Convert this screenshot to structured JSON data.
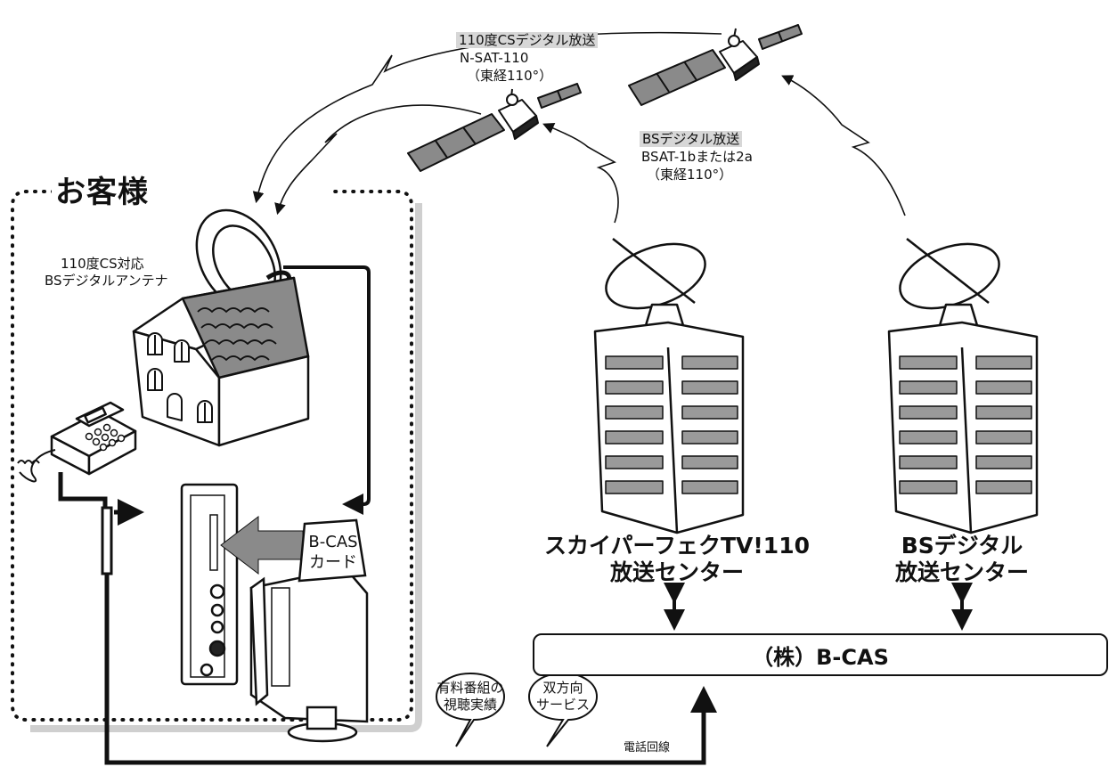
{
  "satellites": {
    "cs": {
      "tag": "110度CSデジタル放送",
      "name": "N-SAT-110",
      "position": "（東経110°）"
    },
    "bs": {
      "tag": "BSデジタル放送",
      "name": "BSAT-1bまたは2a",
      "position": "（東経110°）"
    }
  },
  "customer": {
    "title": "お客様",
    "antenna_label_line1": "110度CS対応",
    "antenna_label_line2": "BSデジタルアンテナ",
    "card_label_line1": "B-CAS",
    "card_label_line2": "カード"
  },
  "centers": {
    "skyperfect_line1": "スカイパーフェクTV!110",
    "skyperfect_line2": "放送センター",
    "bs_line1": "BSデジタル",
    "bs_line2": "放送センター"
  },
  "bcas": {
    "label": "（株）B-CAS"
  },
  "bubbles": {
    "viewing_line1": "有料番組の",
    "viewing_line2": "視聴実績",
    "interactive_line1": "双方向",
    "interactive_line2": "サービス"
  },
  "phone_line_label": "電話回線",
  "colors": {
    "ink": "#111111",
    "highlight": "#d7d7d7",
    "frame_shadow": "#cfcfcf",
    "roof": "#8a8a8a",
    "building_window": "#9a9a9a"
  }
}
